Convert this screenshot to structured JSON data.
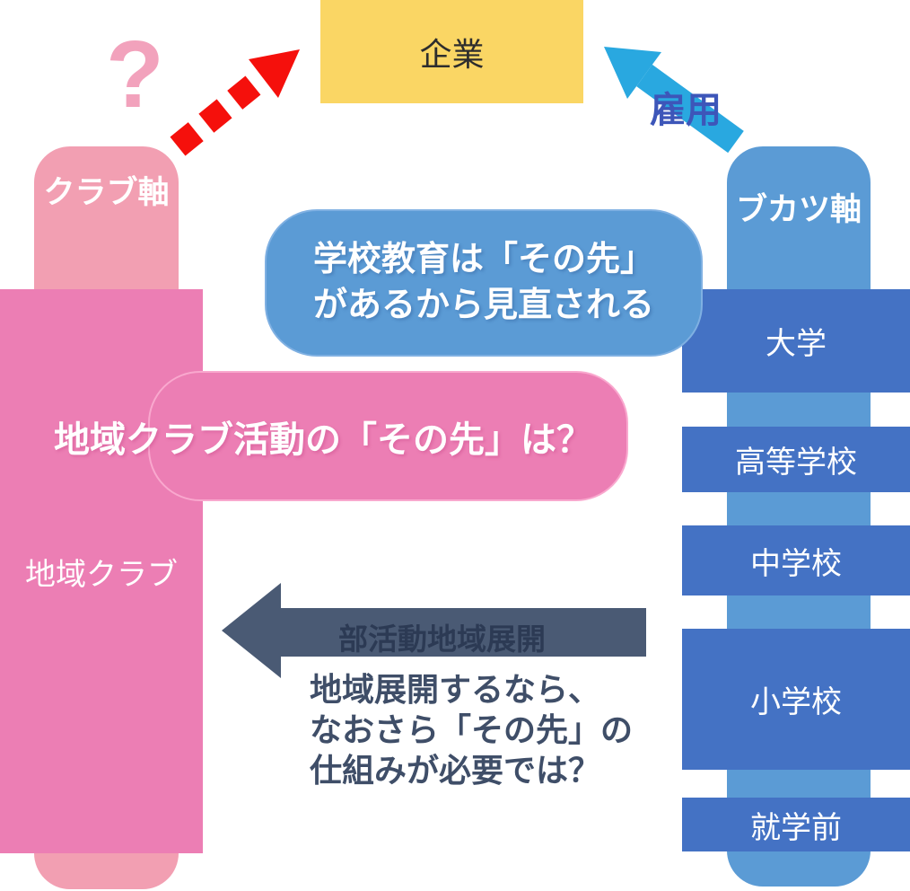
{
  "diagram_title": "部活動(ブカツ)軸と地域クラブ軸の「その先」比較図",
  "company_box": {
    "label": "企業"
  },
  "question_mark": {
    "glyph": "?"
  },
  "club_axis": {
    "axis_label": "クラブ軸",
    "column_label": "地域クラブ"
  },
  "bukatsu_axis": {
    "axis_label": "ブカツ軸",
    "levels": [
      "大学",
      "高等学校",
      "中学校",
      "小学校",
      "就学前"
    ]
  },
  "employment_arrow": {
    "label": "雇用"
  },
  "blue_bubble": {
    "line1": "学校教育は「その先」",
    "line2": "があるから見直される"
  },
  "pink_bubble": {
    "text": "地域クラブ活動の「その先」は？"
  },
  "expansion_arrow": {
    "label": "部活動地域展開"
  },
  "note": {
    "line1": "地域展開するなら、",
    "line2": "なおさら「その先」の",
    "line3": "仕組みが必要では？"
  },
  "colors": {
    "company_yellow": "#FAD664",
    "pink_light": "#F29FB2",
    "pink_dark": "#EC7EB4",
    "blue_light": "#5B9BD5",
    "blue_dark": "#4472C4",
    "arrow_cyan": "#29A8E0",
    "arrow_red": "#F5100C",
    "arrow_slate": "#4A5A74",
    "employment_text_blue": "#3D56B9",
    "note_text_slate": "#3F4E68"
  }
}
